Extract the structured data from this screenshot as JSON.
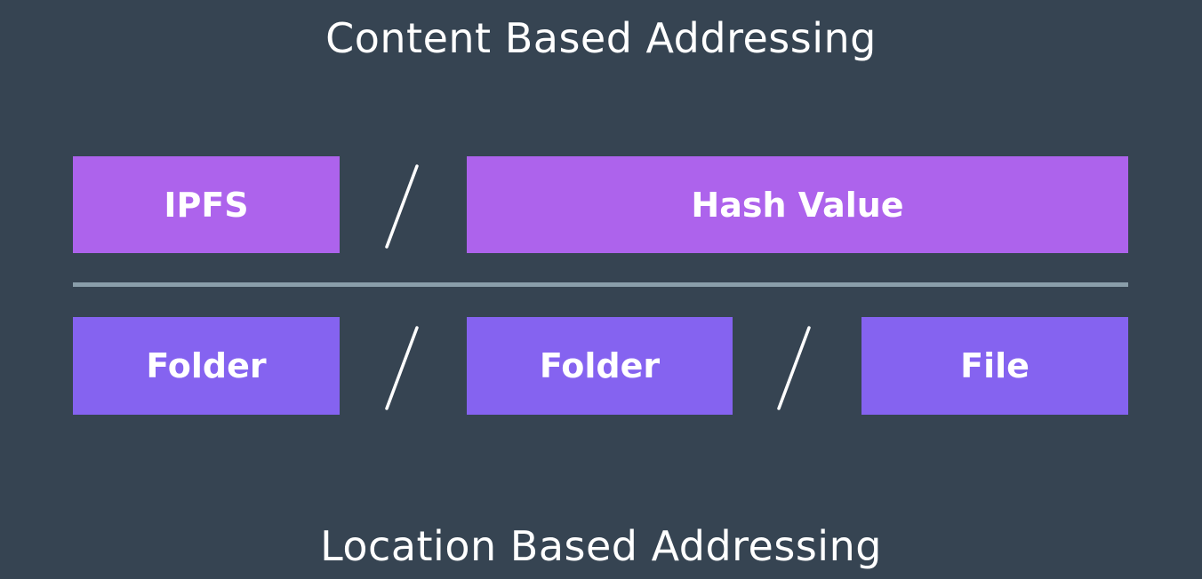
{
  "diagram": {
    "content_title": "Content Based Addressing",
    "location_title": "Location Based Addressing",
    "content_path": {
      "segments": [
        "IPFS",
        "Hash Value"
      ],
      "separator": "/",
      "color": "#ad63ec"
    },
    "location_path": {
      "segments": [
        "Folder",
        "Folder",
        "File"
      ],
      "separator": "/",
      "color": "#8563f0"
    },
    "divider_color": "#8a9eaa",
    "background_color": "#364452"
  }
}
